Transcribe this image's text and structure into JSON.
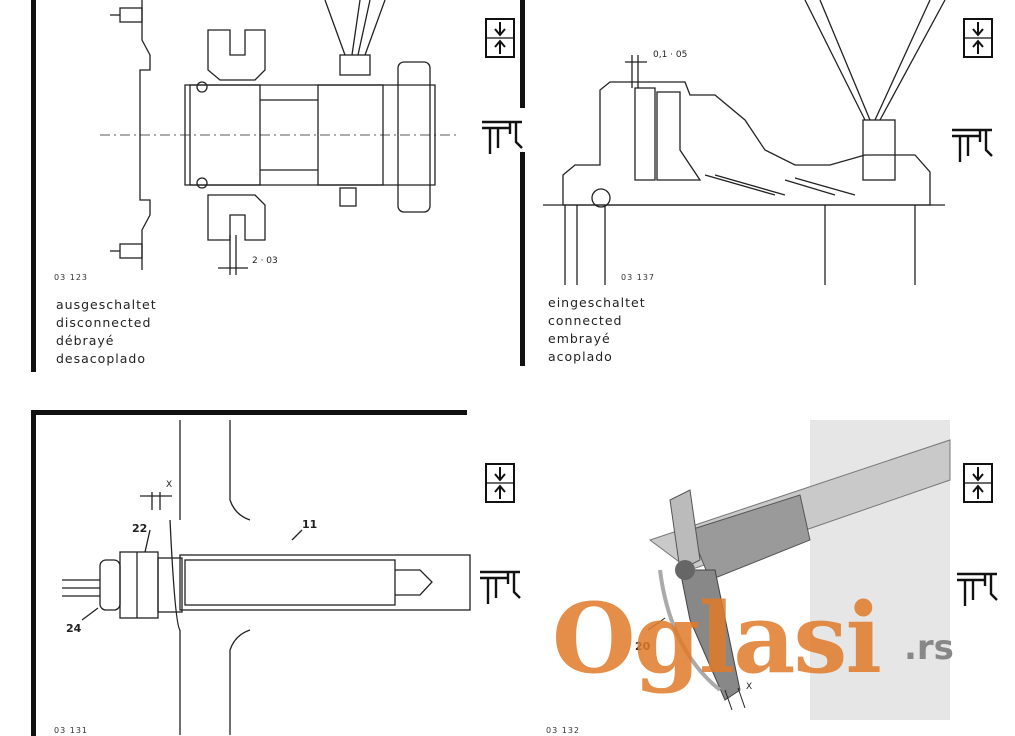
{
  "panels": {
    "top_left": {
      "figure_no": "03 123",
      "dimension": "2 · 03",
      "caption": [
        "ausgeschaltet",
        "disconnected",
        "débrayé",
        "desacoplado"
      ]
    },
    "top_right": {
      "figure_no": "03 137",
      "dimension": "0,1 · 05",
      "caption": [
        "eingeschaltet",
        "connected",
        "embrayé",
        "acoplado"
      ]
    },
    "bottom_left": {
      "figure_no": "03 131",
      "dimension": "X",
      "parts": [
        "22",
        "11",
        "24"
      ]
    },
    "bottom_right": {
      "figure_no": "03 132",
      "dimension": "X",
      "parts": [
        "20"
      ]
    }
  },
  "icons": [
    "measure-arrows-icon",
    "caliper-icon"
  ],
  "watermark": {
    "text": "Oglasi",
    "suffix": ".rs",
    "color": "#e07b2a"
  }
}
